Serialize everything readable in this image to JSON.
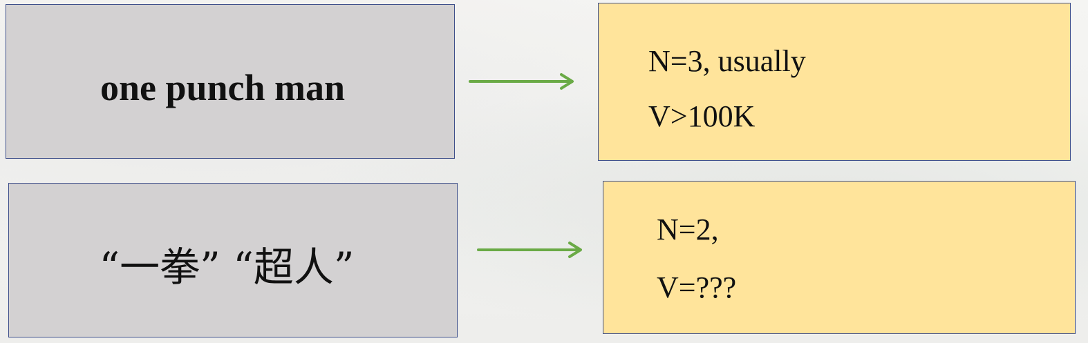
{
  "top_row": {
    "source_label": "one punch man",
    "result_line1": "N=3, usually",
    "result_line2": "V>100K"
  },
  "bottom_row": {
    "source_label": "“一拳” “超人”",
    "result_line1": "N=2,",
    "result_line2": "V=???"
  },
  "colors": {
    "source_box_fill": "#d3d1d2",
    "result_box_fill": "#ffe49b",
    "box_border": "#3e4f8a",
    "arrow": "#6aaa46"
  }
}
